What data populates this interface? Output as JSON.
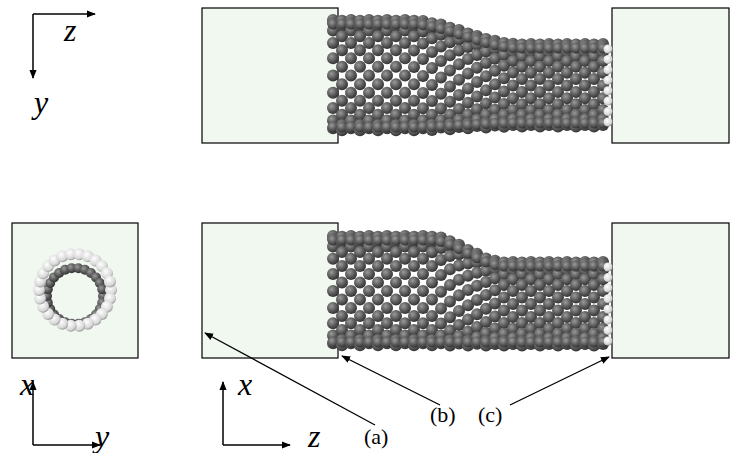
{
  "diagram": {
    "labels": [
      "z",
      "y",
      "x",
      "y",
      "x",
      "z",
      "(a)",
      "(b)",
      "(c)"
    ]
  }
}
